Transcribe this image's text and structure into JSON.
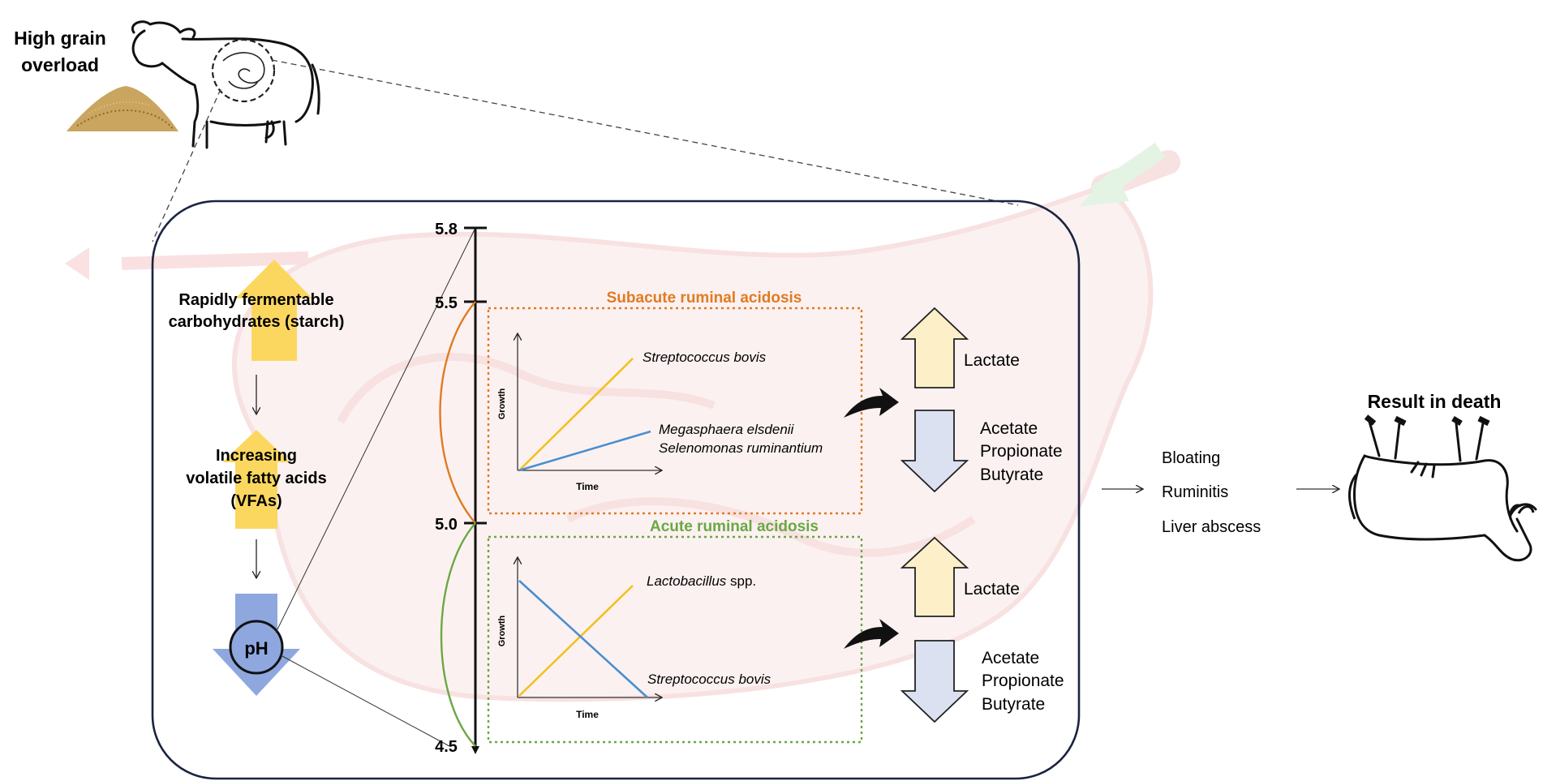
{
  "top_left": {
    "title_line1": "High grain",
    "title_line2": "overload"
  },
  "flow": {
    "step1_line1": "Rapidly fermentable",
    "step1_line2": "carbohydrates (starch)",
    "step2_line1": "Increasing",
    "step2_line2": "volatile fatty acids",
    "step2_line3": "(VFAs)",
    "step3": "pH"
  },
  "ph_scale": {
    "ticks": [
      "5.8",
      "5.5",
      "5.0",
      "4.5"
    ]
  },
  "subacute": {
    "title": "Subacute ruminal acidosis",
    "y_axis": "Growth",
    "x_axis": "Time",
    "series": [
      "Streptococcus bovis",
      "Megasphaera elsdenii",
      "Selenomonas ruminantium"
    ],
    "up_label": "Lactate",
    "down_labels": [
      "Acetate",
      "Propionate",
      "Butyrate"
    ]
  },
  "acute": {
    "title": "Acute ruminal acidosis",
    "y_axis": "Growth",
    "x_axis": "Time",
    "series_italic": "Lactobacillus",
    "series_suffix": " spp.",
    "series2": "Streptococcus bovis",
    "up_label": "Lactate",
    "down_labels": [
      "Acetate",
      "Propionate",
      "Butyrate"
    ]
  },
  "outcomes": [
    "Bloating",
    "Ruminitis",
    "Liver abscess"
  ],
  "result": "Result in death",
  "colors": {
    "orange": "#e07b22",
    "green": "#6aa843",
    "yellow_line": "#f2c11d",
    "blue_line": "#4a8fcf",
    "yellow_arrow": "#fcd760",
    "blue_arrow": "#8ea7df",
    "pale_yellow": "#fdf0c8",
    "pale_blue": "#dbe1f1",
    "panel_border": "#1a2440"
  }
}
